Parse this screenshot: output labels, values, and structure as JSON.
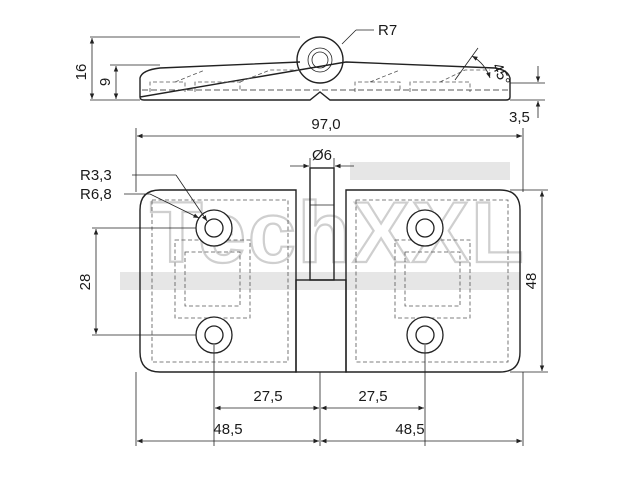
{
  "drawing": {
    "watermark": "TechXXL",
    "dimensions": {
      "total_height": "16",
      "leaf_height": "9",
      "knuckle_radius": "R7",
      "chamfer_angle": "45°",
      "leaf_thickness": "3,5",
      "overall_length": "97,0",
      "pin_diameter": "Ø6",
      "countersink_radius": "R3,3",
      "outer_radius": "R6,8",
      "hole_spacing_vertical": "28",
      "overall_width": "48",
      "hole_to_axis_left": "27,5",
      "hole_to_axis_right": "27,5",
      "half_length_left": "48,5",
      "half_length_right": "48,5"
    }
  }
}
